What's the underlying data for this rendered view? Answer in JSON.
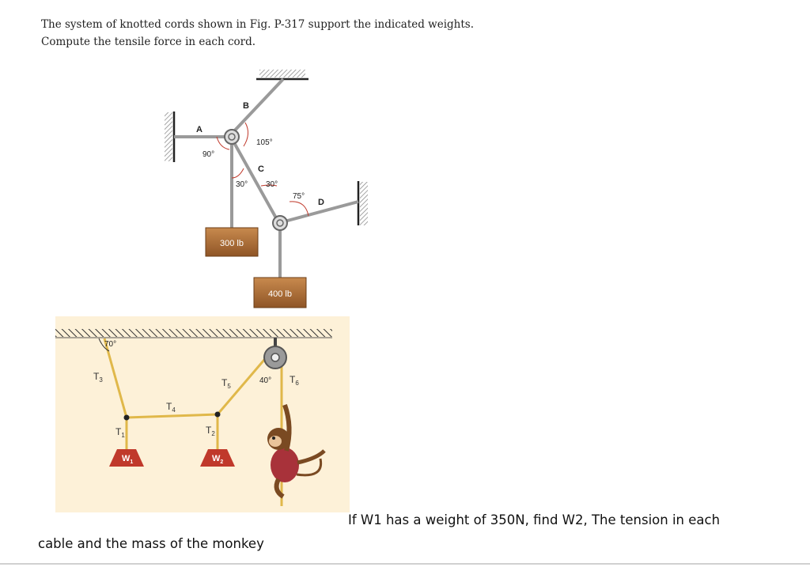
{
  "problem": {
    "line1": "The system of knotted cords shown in Fig. P-317 support the indicated weights.",
    "line2": "Compute the tensile force in each cord."
  },
  "figure1": {
    "label_a": "A",
    "label_b": "B",
    "label_c": "C",
    "label_d": "D",
    "angle_90": "90°",
    "angle_105": "105°",
    "angle_30_left": "30°",
    "angle_30_right": "30°",
    "angle_75": "75°",
    "weight_300": "300 lb",
    "weight_400": "400 lb"
  },
  "figure2": {
    "angle_70": "70°",
    "angle_40": "40°",
    "t1": "T",
    "t1_sub": "1",
    "t2": "T",
    "t2_sub": "2",
    "t3": "T",
    "t3_sub": "3",
    "t4": "T",
    "t4_sub": "4",
    "t5": "T",
    "t5_sub": "5",
    "t6": "T",
    "t6_sub": "6",
    "w1": "W",
    "w1_sub": "1",
    "w2": "W",
    "w2_sub": "2"
  },
  "followup": {
    "line1": "If W1 has a weight of 350N, find W2, The tension in each",
    "line2": "cable and the mass of the monkey"
  },
  "colors": {
    "background_fig2": "#fdf1d8",
    "rope": "#9a9a9a",
    "box_wood": "#b0703a",
    "weight_red": "#c0392b",
    "cable_yellow": "#e0b84a",
    "hatch": "#555555"
  }
}
